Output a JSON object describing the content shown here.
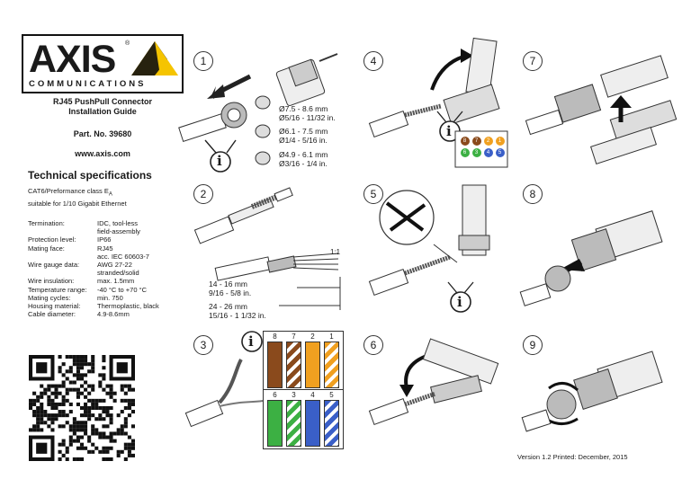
{
  "brand": {
    "logo_text": "AXIS",
    "logo_sub": "COMMUNICATIONS",
    "registered": "®"
  },
  "doc": {
    "title_line1": "RJ45 PushPull Connector",
    "title_line2": "Installation Guide",
    "part_no": "Part. No. 39680",
    "website": "www.axis.com"
  },
  "specs": {
    "heading": "Technical specifications",
    "intro_line1": "CAT6/Preformance class E",
    "intro_sub": "A",
    "intro_line2": "suitable for 1/10 Gigabit Ethernet",
    "rows": [
      {
        "k": "Termination:",
        "v": "IDC, tool-less"
      },
      {
        "k": "",
        "v": "field-assembly"
      },
      {
        "k": "Protection level:",
        "v": "IP66"
      },
      {
        "k": "Mating face:",
        "v": "RJ45"
      },
      {
        "k": "",
        "v": "acc. IEC 60603-7"
      },
      {
        "k": "Wire gauge data:",
        "v": "AWG 27-22"
      },
      {
        "k": "",
        "v": "stranded/solid"
      },
      {
        "k": "Wire insulation:",
        "v": "max. 1.5mm"
      },
      {
        "k": "Temperature range:",
        "v": "-40 °C to +70 °C"
      },
      {
        "k": "Mating cycles:",
        "v": "min. 750"
      },
      {
        "k": "Housing material:",
        "v": "Thermoplastic, black"
      },
      {
        "k": "Cable diameter:",
        "v": "4.9-8.6mm"
      }
    ]
  },
  "steps": [
    "1",
    "2",
    "3",
    "4",
    "5",
    "6",
    "7",
    "8",
    "9"
  ],
  "info_glyph": "i",
  "step1": {
    "dim1a": "Ø7.5 - 8.6 mm",
    "dim1b": "Ø5/16 - 11/32 in.",
    "dim2a": "Ø6.1 - 7.5 mm",
    "dim2b": "Ø1/4 - 5/16 in.",
    "dim3a": "Ø4.9 - 6.1 mm",
    "dim3b": "Ø3/16 - 1/4 in."
  },
  "step2": {
    "scale": "1:1",
    "len1a": "14 - 16 mm",
    "len1b": "9/16 - 5/8 in.",
    "len2a": "24 - 26 mm",
    "len2b": "15/16 - 1 1/32 in."
  },
  "step3": {
    "top_labels": [
      "8",
      "7",
      "2",
      "1"
    ],
    "bottom_labels": [
      "6",
      "3",
      "4",
      "5"
    ],
    "colors": {
      "brown": "#8a4a1c",
      "orange": "#f0a020",
      "green": "#3cb043",
      "blue": "#3a5fc8"
    }
  },
  "step4": {
    "pins": [
      "8",
      "7",
      "2",
      "1",
      "6",
      "3",
      "4",
      "5"
    ]
  },
  "footer": {
    "version": "Version 1.2  Printed: December, 2015"
  }
}
